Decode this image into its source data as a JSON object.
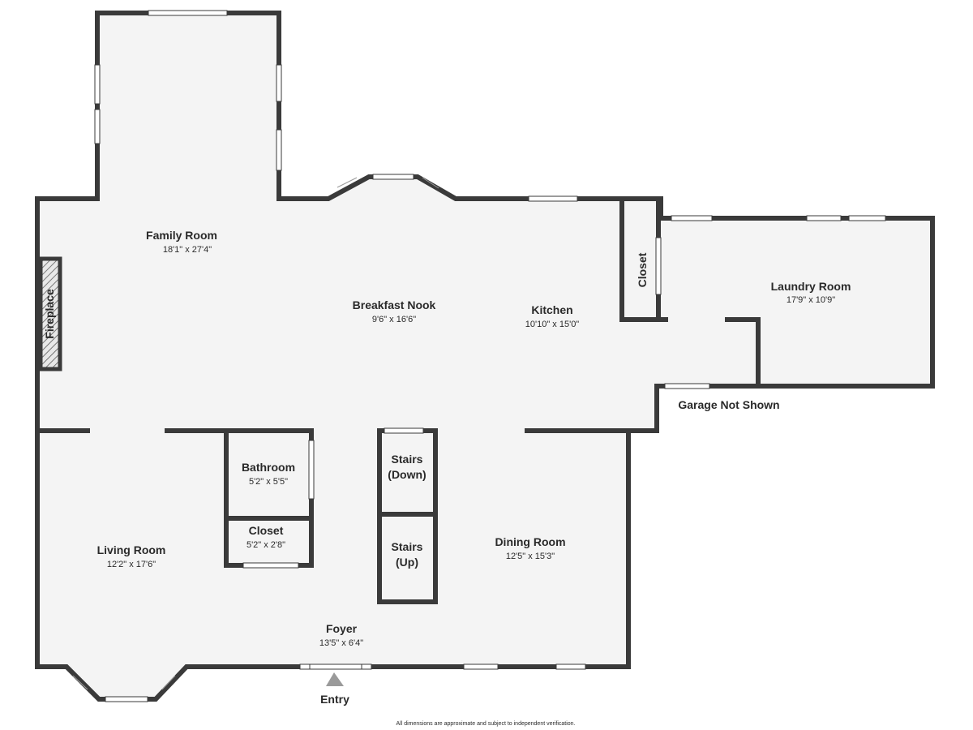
{
  "rooms": {
    "family_room": {
      "name": "Family Room",
      "dim": "18'1\" x 27'4\""
    },
    "breakfast_nook": {
      "name": "Breakfast Nook",
      "dim": "9'6\" x 16'6\""
    },
    "kitchen": {
      "name": "Kitchen",
      "dim": "10'10\" x 15'0\""
    },
    "laundry_room": {
      "name": "Laundry Room",
      "dim": "17'9\" x 10'9\""
    },
    "bathroom": {
      "name": "Bathroom",
      "dim": "5'2\" x 5'5\""
    },
    "closet_small": {
      "name": "Closet",
      "dim": "5'2\" x 2'8\""
    },
    "living_room": {
      "name": "Living Room",
      "dim": "12'2\" x 17'6\""
    },
    "dining_room": {
      "name": "Dining Room",
      "dim": "12'5\" x 15'3\""
    },
    "foyer": {
      "name": "Foyer",
      "dim": "13'5\" x 6'4\""
    }
  },
  "labels": {
    "closet_kitchen": "Closet",
    "fireplace": "Fireplace",
    "garage": "Garage Not Shown",
    "stairs_down_1": "Stairs",
    "stairs_down_2": "(Down)",
    "stairs_up_1": "Stairs",
    "stairs_up_2": "(Up)",
    "entry": "Entry",
    "disclaimer": "All dimensions are approximate and subject to independent verification."
  },
  "colors": {
    "wall": "#3a3a3a",
    "floor": "#f4f4f4",
    "background": "#ffffff",
    "entry_arrow": "#9a9a9a"
  }
}
